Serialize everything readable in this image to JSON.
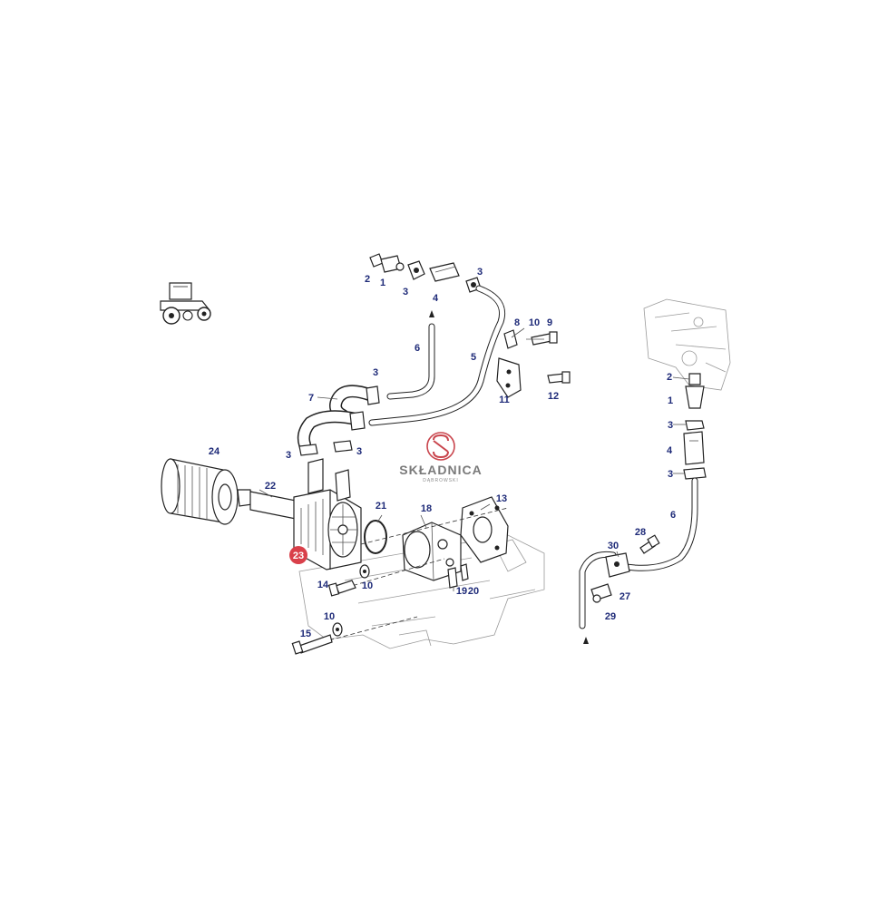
{
  "labels": {
    "n2a": "2",
    "n1a": "1",
    "n3a": "3",
    "n4a": "4",
    "n3b": "3",
    "n6a": "6",
    "n5": "5",
    "n8": "8",
    "n10a": "10",
    "n9": "9",
    "n3c": "3",
    "n7": "7",
    "n11": "11",
    "n12": "12",
    "n3d": "3",
    "n3e": "3",
    "n24": "24",
    "n22": "22",
    "n21": "21",
    "n18": "18",
    "n13": "13",
    "n23": "23",
    "n14": "14",
    "n10b": "10",
    "n19": "19",
    "n20": "20",
    "n10c": "10",
    "n15": "15",
    "n2b": "2",
    "n1b": "1",
    "n3f": "3",
    "n4b": "4",
    "n3g": "3",
    "n6b": "6",
    "n28": "28",
    "n30": "30",
    "n27": "27",
    "n29": "29"
  },
  "watermark": {
    "brand": "SKŁADNICA",
    "sub": "DĄBROWSKI"
  },
  "colors": {
    "highlight": "#d9404a",
    "label": "#1e2a78",
    "logo": "#c9454d"
  }
}
